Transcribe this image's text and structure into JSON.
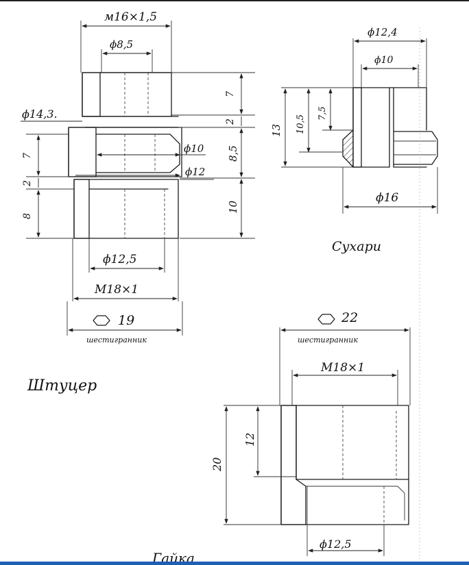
{
  "sheet": {
    "shtutser": {
      "title": "Штуцер",
      "dims": {
        "thread_top": "м16×1,5",
        "d_top_bore": "ϕ8,5",
        "d_collar": "ϕ14,3.",
        "d_mid_bore": "ϕ10",
        "d_lower": "ϕ12",
        "d_bottom_bore": "ϕ12,5",
        "thread_bottom": "М18×1",
        "hex_size": "19",
        "hex_label": "шестигранник",
        "h_top": "7",
        "h_groove": "2",
        "h_mid": "8,5",
        "h_low": "10",
        "left_h7": "7",
        "left_h2": "2",
        "left_h8": "8"
      }
    },
    "sukhari": {
      "title": "Сухари",
      "dims": {
        "d_outer_top": "ϕ12,4",
        "d_inner_top": "ϕ10",
        "h_total": "13",
        "h_10_5": "10,5",
        "h_7_5": "7,5",
        "d_bottom": "ϕ16"
      }
    },
    "gaika": {
      "title": "Гайка",
      "dims": {
        "hex_size": "22",
        "hex_label": "шестигранник",
        "thread": "М18×1",
        "h_total": "20",
        "h_thread": "12",
        "d_bore": "ϕ12,5"
      }
    }
  }
}
